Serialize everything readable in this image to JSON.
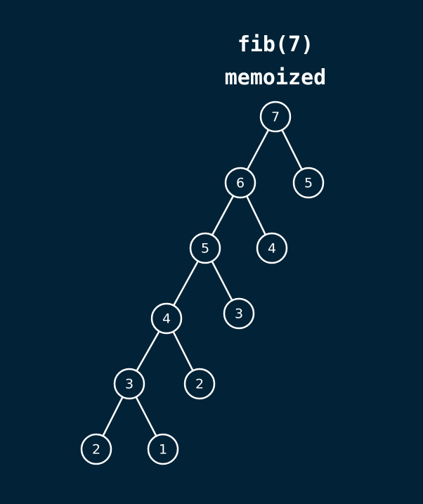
{
  "title": {
    "line1": "fib(7)",
    "line2": "memoized"
  },
  "colors": {
    "background": "#022337",
    "stroke": "#ffffff",
    "node_fill": "#022337",
    "text": "#ffffff"
  },
  "tree": {
    "nodes": [
      {
        "id": "n7",
        "label": "7"
      },
      {
        "id": "n6",
        "label": "6"
      },
      {
        "id": "n5r",
        "label": "5"
      },
      {
        "id": "n5",
        "label": "5"
      },
      {
        "id": "n4r",
        "label": "4"
      },
      {
        "id": "n4",
        "label": "4"
      },
      {
        "id": "n3r",
        "label": "3"
      },
      {
        "id": "n3",
        "label": "3"
      },
      {
        "id": "n2r",
        "label": "2"
      },
      {
        "id": "n2",
        "label": "2"
      },
      {
        "id": "n1",
        "label": "1"
      }
    ],
    "edges": [
      {
        "from": "n7",
        "to": "n6"
      },
      {
        "from": "n7",
        "to": "n5r"
      },
      {
        "from": "n6",
        "to": "n5"
      },
      {
        "from": "n6",
        "to": "n4r"
      },
      {
        "from": "n5",
        "to": "n4"
      },
      {
        "from": "n5",
        "to": "n3r"
      },
      {
        "from": "n4",
        "to": "n3"
      },
      {
        "from": "n4",
        "to": "n2r"
      },
      {
        "from": "n3",
        "to": "n2"
      },
      {
        "from": "n3",
        "to": "n1"
      }
    ]
  }
}
